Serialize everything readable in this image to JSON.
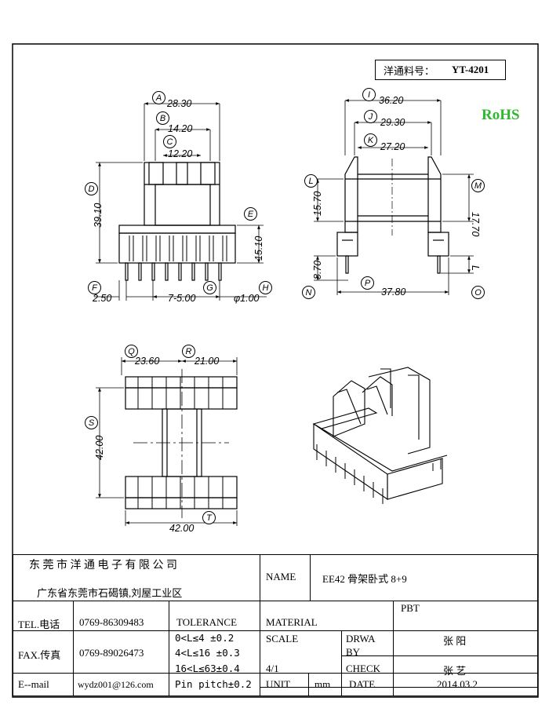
{
  "part_number": {
    "label": "洋通料号：",
    "value": "YT-4201"
  },
  "rohs": "RoHS",
  "dims": {
    "A": "28.30",
    "B": "14.20",
    "C": "12.20",
    "D": "39.10",
    "E": "15.10",
    "F": "2.50",
    "G": "7-5.00",
    "H": "φ1.00",
    "I": "36.20",
    "J": "29.30",
    "K": "27.20",
    "L": "15.70",
    "M": "17.70",
    "N": "8.70",
    "P": "37.80",
    "O": "L",
    "Q": "23.60",
    "R": "21.00",
    "S": "42.00",
    "T": "42.00"
  },
  "circle_labels": [
    "A",
    "B",
    "C",
    "D",
    "E",
    "F",
    "G",
    "H",
    "I",
    "J",
    "K",
    "L",
    "M",
    "N",
    "O",
    "P",
    "Q",
    "R",
    "S",
    "T"
  ],
  "title_block": {
    "company": "东 莞 市 洋 通 电 子 有 限 公 司",
    "address": "广东省东莞市石碣镇,刘屋工业区",
    "name_label": "NAME",
    "name_value": "EE42 骨架卧式 8+9",
    "tel_label": "TEL.电话",
    "tel_value": "0769-86309483",
    "fax_label": "FAX.传真",
    "fax_value": "0769-89026473",
    "email_label": "E--mail",
    "email_value": "wydz001@126.com",
    "tolerance_label": "TOLERANCE",
    "tol_1": "0<L≤4   ±0.2",
    "tol_2": "4<L≤16  ±0.3",
    "tol_3": "16<L≤63±0.4",
    "tol_4": "Pin pitch±0.2",
    "material_label": "MATERIAL",
    "material_value": "PBT",
    "scale_label": "SCALE",
    "scale_value": "4/1",
    "unit_label": "UNIT",
    "unit_value": "mm",
    "drawn_label_1": "DRWA",
    "drawn_label_2": "BY",
    "drawn_value": "张  阳",
    "check_label": "CHECK",
    "check_value": "张  艺",
    "date_label": "DATE",
    "date_value": "2014.03.2"
  }
}
